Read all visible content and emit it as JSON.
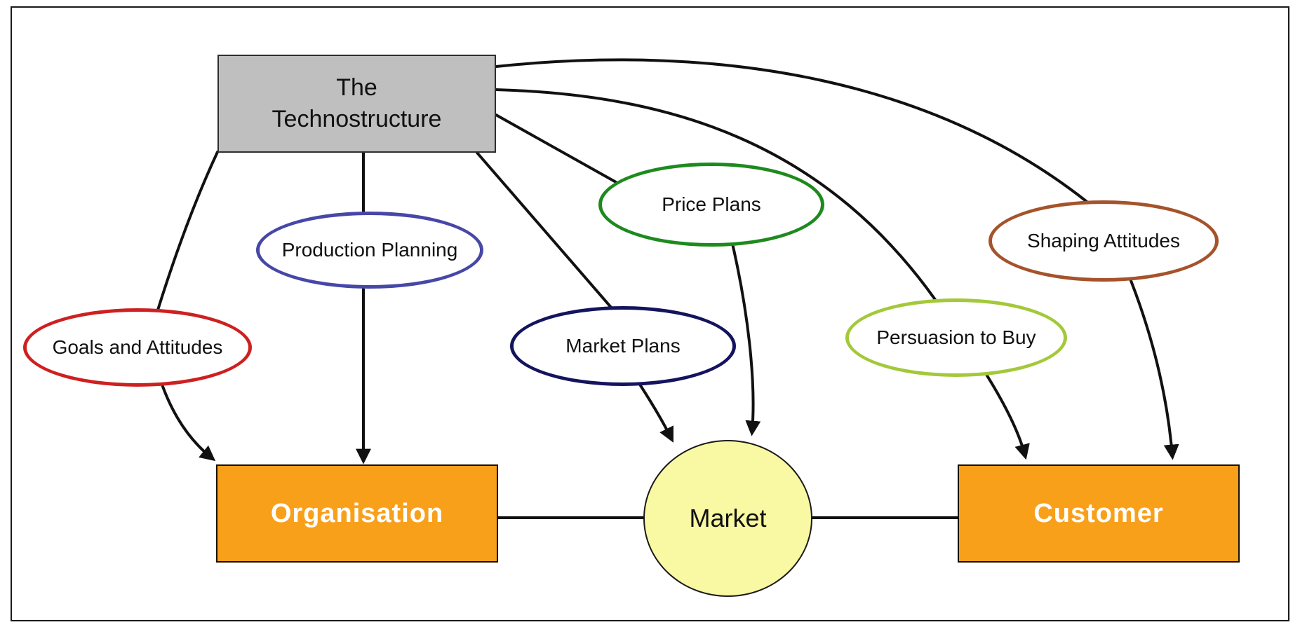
{
  "diagram": {
    "technostructure": {
      "line1": "The",
      "line2": "Technostructure",
      "fill": "#BFBFBF"
    },
    "production_planning": {
      "label": "Production Planning",
      "border": "#4747A8"
    },
    "goals_and_attitudes": {
      "label": "Goals and Attitudes",
      "border": "#CE2020"
    },
    "price_plans": {
      "label": "Price Plans",
      "border": "#1E8A1E"
    },
    "market_plans": {
      "label": "Market Plans",
      "border": "#14145E"
    },
    "persuasion_to_buy": {
      "label": "Persuasion to Buy",
      "border": "#A3C93A"
    },
    "shaping_attitudes": {
      "label": "Shaping Attitudes",
      "border": "#A5532B"
    },
    "organisation": {
      "label": "Organisation",
      "fill": "#F9A01B",
      "text_color": "#FFFFFF"
    },
    "market": {
      "label": "Market",
      "fill": "#F9F8A3"
    },
    "customer": {
      "label": "Customer",
      "fill": "#F9A01B",
      "text_color": "#FFFFFF"
    },
    "connector_color": "#111111"
  }
}
